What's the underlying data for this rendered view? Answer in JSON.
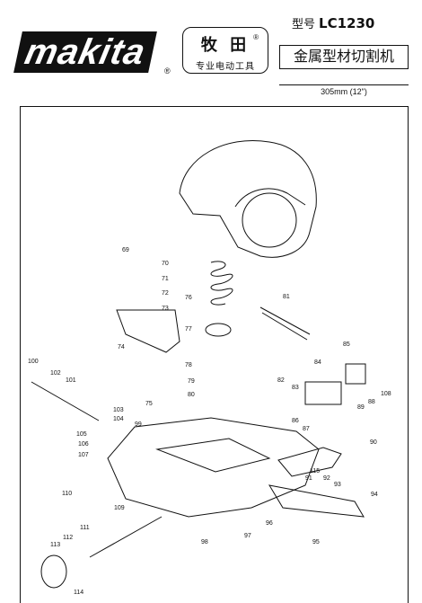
{
  "header": {
    "logo_text": "makita",
    "logo_reg": "®",
    "brand_cn": "牧 田",
    "brand_reg": "®",
    "brand_sub": "专业电动工具",
    "model_prefix": "型号",
    "model_number": "LC1230",
    "product_title": "金属型材切割机",
    "spec": "305mm (12\")"
  },
  "parts": [
    {
      "id": "69"
    },
    {
      "id": "70"
    },
    {
      "id": "71"
    },
    {
      "id": "72"
    },
    {
      "id": "73"
    },
    {
      "id": "74"
    },
    {
      "id": "75"
    },
    {
      "id": "76"
    },
    {
      "id": "77"
    },
    {
      "id": "78"
    },
    {
      "id": "79"
    },
    {
      "id": "80"
    },
    {
      "id": "81"
    },
    {
      "id": "82"
    },
    {
      "id": "83"
    },
    {
      "id": "84"
    },
    {
      "id": "85"
    },
    {
      "id": "86"
    },
    {
      "id": "87"
    },
    {
      "id": "88"
    },
    {
      "id": "89"
    },
    {
      "id": "90"
    },
    {
      "id": "91"
    },
    {
      "id": "92"
    },
    {
      "id": "93"
    },
    {
      "id": "94"
    },
    {
      "id": "95"
    },
    {
      "id": "96"
    },
    {
      "id": "97"
    },
    {
      "id": "98"
    },
    {
      "id": "99"
    },
    {
      "id": "100"
    },
    {
      "id": "101"
    },
    {
      "id": "102"
    },
    {
      "id": "103"
    },
    {
      "id": "104"
    },
    {
      "id": "105"
    },
    {
      "id": "106"
    },
    {
      "id": "107"
    },
    {
      "id": "108"
    },
    {
      "id": "109"
    },
    {
      "id": "110"
    },
    {
      "id": "111"
    },
    {
      "id": "112"
    },
    {
      "id": "113"
    },
    {
      "id": "114"
    },
    {
      "id": "115"
    }
  ]
}
